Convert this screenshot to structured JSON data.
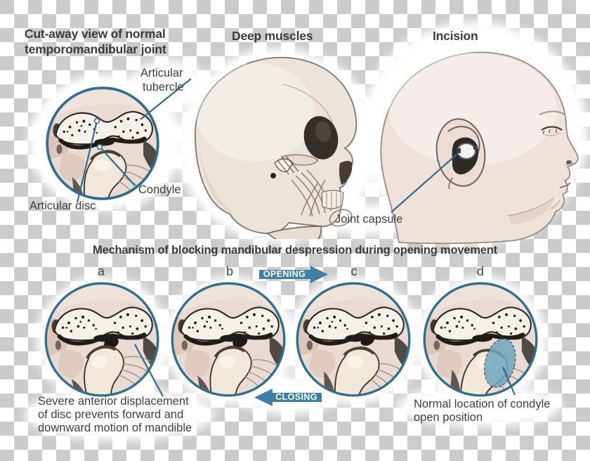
{
  "colors": {
    "checker_dark": "#cbcbcb",
    "accent_circle": "#2e6f90",
    "arrow_blue": "#3e7fa5",
    "leader_blue": "#2e6b8e",
    "highlight_blue": "#6fa7bd",
    "text_dark": "#3c3c3c"
  },
  "top": {
    "cutaway_title_line1": "Cut-away view of normal",
    "cutaway_title_line2": "temporomandibular joint",
    "deep_muscles": "Deep muscles",
    "incision": "Incision",
    "label_articular_line1": "Articular",
    "label_articular_line2": "tubercle",
    "label_condyle": "Condyle",
    "label_articular_disc": "Articular disc",
    "label_joint_capsule": "Joint capsule"
  },
  "mechanism": {
    "title": "Mechanism of blocking mandibular despression during opening movement",
    "stage_letters": [
      "a",
      "b",
      "c",
      "d"
    ],
    "opening": "OPENING",
    "closing": "CLOSING",
    "caption_left_line1": "Severe anterior displacement",
    "caption_left_line2": "of disc prevents forward and",
    "caption_left_line3": "downward motion of mandible",
    "caption_right_line1": "Normal location of condyle",
    "caption_right_line2": "open position"
  }
}
